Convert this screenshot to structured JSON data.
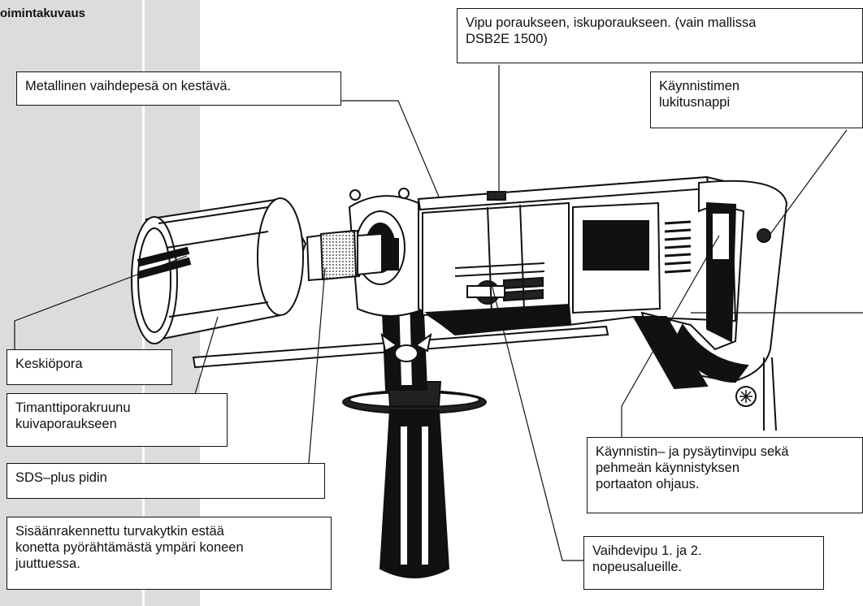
{
  "heading": "oimintakuvaus",
  "callouts": {
    "gear_housing": "Metallinen vaihdepesä on kestävä.",
    "mode_lever": "Vipu poraukseen, iskuporaukseen. (vain mallissa\nDSB2E 1500)",
    "lock_button": "Käynnistimen\nlukitusnappi",
    "center_drill": "Keskiöpora",
    "core_bit": "Timanttiporakruunu\nkuivaporaukseen",
    "sds_holder": "SDS–plus pidin",
    "safety_clutch": "Sisäänrakennettu turvakytkin estää\nkonetta pyörähtämästä ympäri koneen\njuuttuessa.",
    "trigger": "Käynnistin– ja pysäytinvipu sekä\npehmeän käynnistyksen\nportaaton ohjaus.",
    "gear_selector": "Vaihdevipu 1. ja 2.\nnopeusalueille."
  }
}
